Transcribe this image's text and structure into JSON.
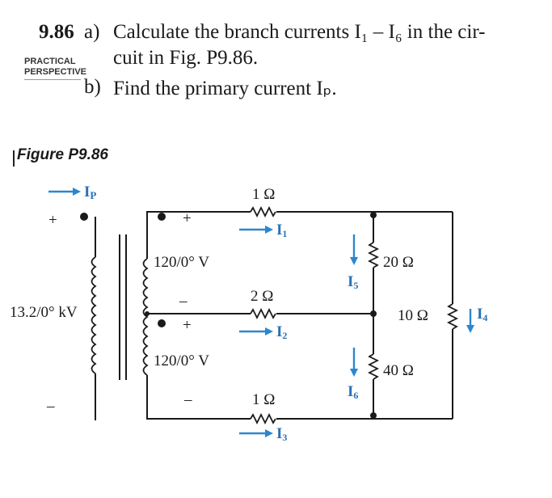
{
  "problem": {
    "number": "9.86",
    "part_a_label": "a)",
    "part_a_line1": "Calculate the branch currents I₁ – I₆ in the cir-",
    "part_a_line2": "cuit in Fig. P9.86.",
    "part_b_label": "b)",
    "part_b_text": "Find the primary current Iₚ.",
    "tag_line1": "PRACTICAL",
    "tag_line2": "PERSPECTIVE"
  },
  "figure": {
    "title": "Figure P9.86",
    "primary_current": "I",
    "primary_current_sub": "P",
    "source_voltage": "13.2/0° kV",
    "plus": "+",
    "minus": "–",
    "upper_voltage": "120/0° V",
    "lower_voltage": "120/0° V",
    "r_top": "1 Ω",
    "r_mid": "2 Ω",
    "r_bot": "1 Ω",
    "r_20": "20 Ω",
    "r_10": "10 Ω",
    "r_40": "40 Ω",
    "i1": "I",
    "i1_sub": "1",
    "i2": "I",
    "i2_sub": "2",
    "i3": "I",
    "i3_sub": "3",
    "i4": "I",
    "i4_sub": "4",
    "i5": "I",
    "i5_sub": "5",
    "i6": "I",
    "i6_sub": "6"
  },
  "colors": {
    "current_arrow": "#2a87d0",
    "ink": "#1a1a1a"
  }
}
